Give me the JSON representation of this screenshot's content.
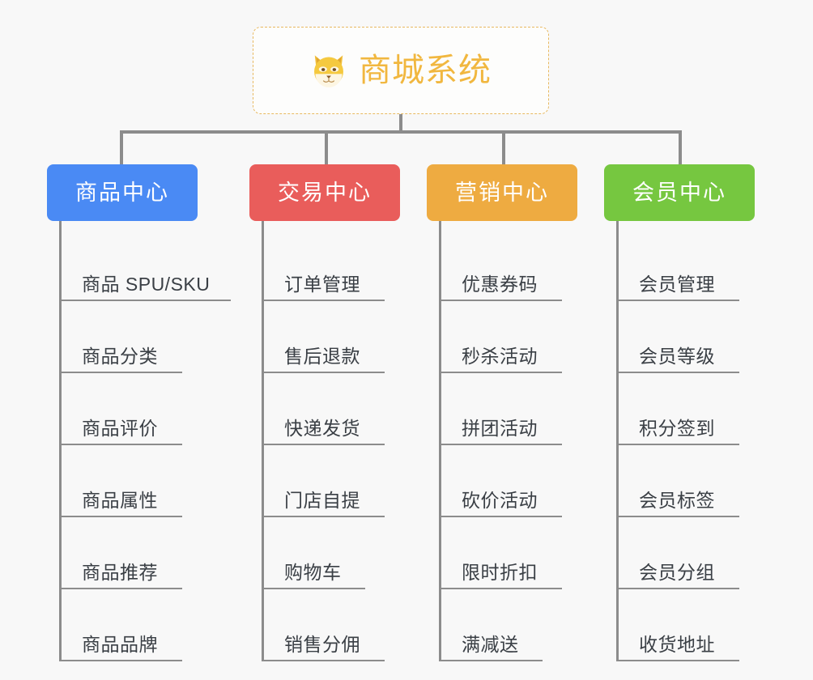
{
  "canvas": {
    "background_color": "#f8f8f8",
    "line_color": "#8c8c8c"
  },
  "root": {
    "title": "商城系统",
    "icon": "shiba-dog-face-emoji",
    "text_color": "#f1b73f",
    "border_color": "#e8b960",
    "background_color": "#fdfdfc"
  },
  "categories": [
    {
      "label": "商品中心",
      "color": "#4a8af4",
      "items": [
        {
          "label": "商品 SPU/SKU",
          "width": "w-wide"
        },
        {
          "label": "商品分类",
          "width": "w-4"
        },
        {
          "label": "商品评价",
          "width": "w-4"
        },
        {
          "label": "商品属性",
          "width": "w-4"
        },
        {
          "label": "商品推荐",
          "width": "w-4"
        },
        {
          "label": "商品品牌",
          "width": "w-4"
        }
      ]
    },
    {
      "label": "交易中心",
      "color": "#e95d5b",
      "items": [
        {
          "label": "订单管理",
          "width": "w-4"
        },
        {
          "label": "售后退款",
          "width": "w-4"
        },
        {
          "label": "快递发货",
          "width": "w-4"
        },
        {
          "label": "门店自提",
          "width": "w-4"
        },
        {
          "label": "购物车",
          "width": "w-3"
        },
        {
          "label": "销售分佣",
          "width": "w-4"
        }
      ]
    },
    {
      "label": "营销中心",
      "color": "#eeab41",
      "items": [
        {
          "label": "优惠券码",
          "width": "w-4"
        },
        {
          "label": "秒杀活动",
          "width": "w-4"
        },
        {
          "label": "拼团活动",
          "width": "w-4"
        },
        {
          "label": "砍价活动",
          "width": "w-4"
        },
        {
          "label": "限时折扣",
          "width": "w-4"
        },
        {
          "label": "满减送",
          "width": "w-3"
        }
      ]
    },
    {
      "label": "会员中心",
      "color": "#76c740",
      "items": [
        {
          "label": "会员管理",
          "width": "w-4"
        },
        {
          "label": "会员等级",
          "width": "w-4"
        },
        {
          "label": "积分签到",
          "width": "w-4"
        },
        {
          "label": "会员标签",
          "width": "w-4"
        },
        {
          "label": "会员分组",
          "width": "w-4"
        },
        {
          "label": "收货地址",
          "width": "w-4"
        }
      ]
    }
  ]
}
